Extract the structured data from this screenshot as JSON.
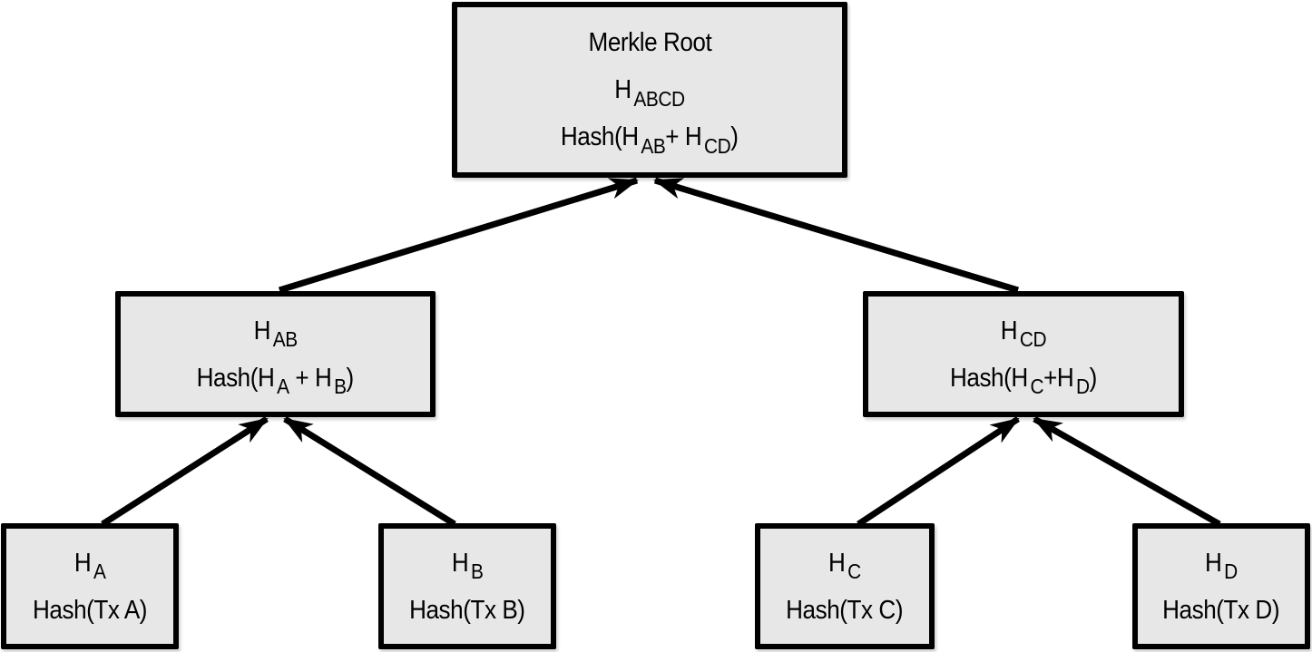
{
  "diagram": {
    "type": "merkle-tree",
    "nodes": {
      "root": {
        "title": "Merkle Root",
        "label": "H_{ABCD}",
        "formula": "Hash(H_{AB}+ H_{CD})"
      },
      "hab": {
        "label": "H_{AB}",
        "formula": "Hash(H_{A} + H_{B})"
      },
      "hcd": {
        "label": "H_{CD}",
        "formula": "Hash(H_{C}+H_{D})"
      },
      "ha": {
        "label": "H_{A}",
        "formula": "Hash(Tx A)"
      },
      "hb": {
        "label": "H_{B}",
        "formula": "Hash(Tx B)"
      },
      "hc": {
        "label": "H_{C}",
        "formula": "Hash(Tx C)"
      },
      "hd": {
        "label": "H_{D}",
        "formula": "Hash(Tx D)"
      }
    },
    "edges": [
      {
        "from": "hab",
        "to": "root"
      },
      {
        "from": "hcd",
        "to": "root"
      },
      {
        "from": "ha",
        "to": "hab"
      },
      {
        "from": "hb",
        "to": "hab"
      },
      {
        "from": "hc",
        "to": "hcd"
      },
      {
        "from": "hd",
        "to": "hcd"
      }
    ],
    "colors": {
      "background": "#ffffff",
      "box_fill": "#e7e7e7",
      "box_border": "#000000",
      "arrow": "#000000",
      "text": "#000000"
    }
  }
}
